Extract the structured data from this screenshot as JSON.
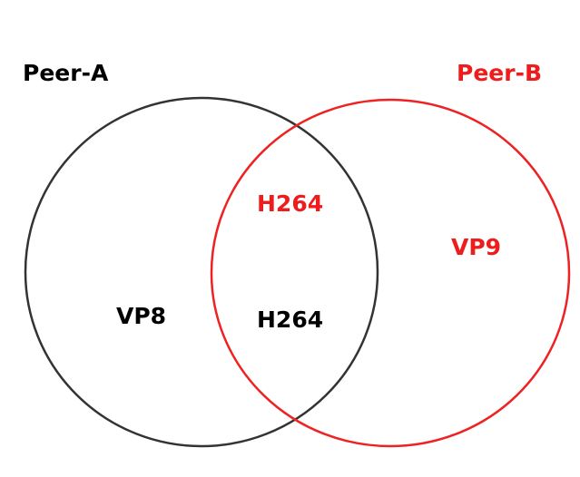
{
  "peer_a": {
    "label": "Peer-A",
    "color": "#000000",
    "codecs": [
      "VP8",
      "H264"
    ]
  },
  "peer_b": {
    "label": "Peer-B",
    "color": "#ee1c1c",
    "codecs": [
      "H264",
      "VP9"
    ]
  },
  "circle_colors": {
    "a": "#333333",
    "b": "#ee2222"
  }
}
